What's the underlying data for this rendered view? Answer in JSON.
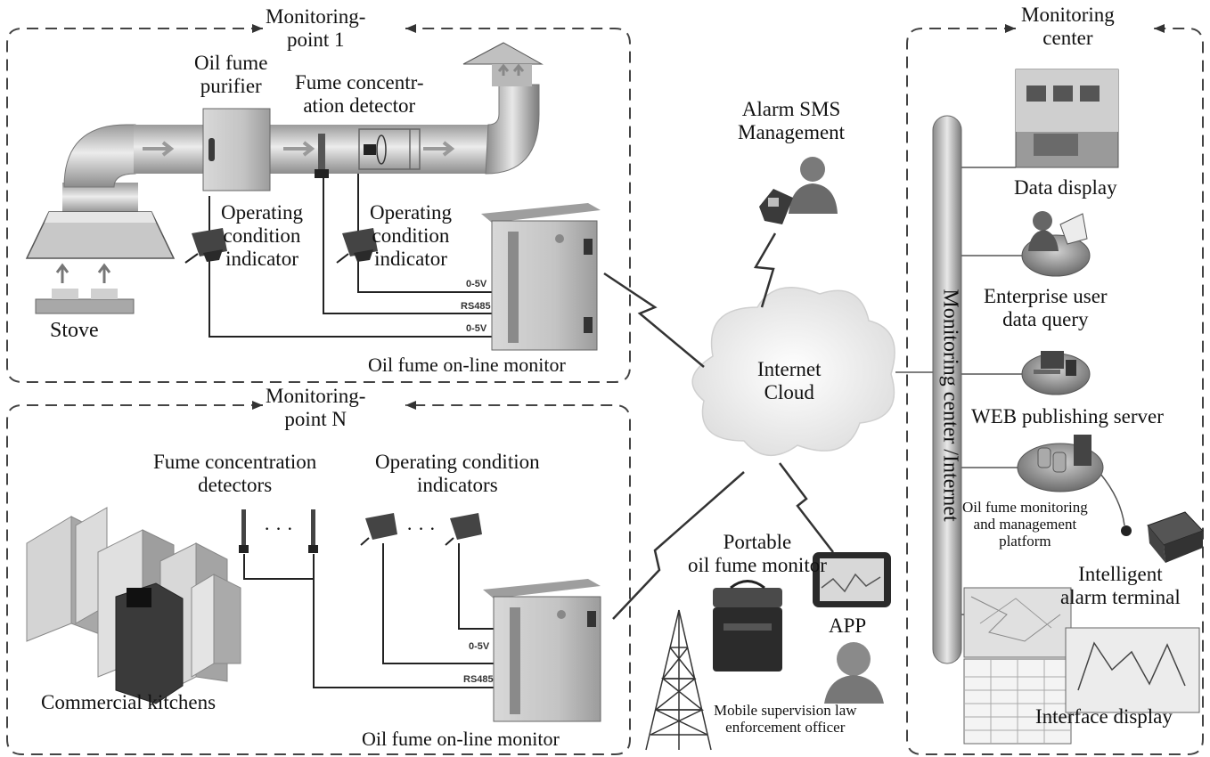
{
  "monitoring_point_1": {
    "title": "Monitoring-\npoint 1",
    "purifier_label": "Oil fume\npurifier",
    "detector_label": "Fume concentr-\nation detector",
    "indicator_label_left": "Operating\ncondition\nindicator",
    "indicator_label_right": "Operating\ncondition\nindicator",
    "stove_label": "Stove",
    "signal_1": "0-5V",
    "signal_2": "RS485",
    "signal_3": "0-5V",
    "monitor_label": "Oil fume on-line monitor"
  },
  "monitoring_point_n": {
    "title": "Monitoring-\npoint N",
    "detectors_label": "Fume concentration\ndetectors",
    "indicators_label": "Operating condition\nindicators",
    "ellipsis_detectors": "· · ·",
    "ellipsis_indicators": "· · ·",
    "kitchens_label": "Commercial kitchens",
    "signal_1": "0-5V",
    "signal_2": "RS485",
    "monitor_label": "Oil fume on-line monitor"
  },
  "middle": {
    "alarm_sms": "Alarm SMS\nManagement",
    "cloud": "Internet\nCloud",
    "portable_monitor": "Portable\noil fume monitor",
    "app": "APP",
    "officer": "Mobile supervision law\nenforcement officer"
  },
  "monitoring_center": {
    "title": "Monitoring\ncenter",
    "bus_label": "Monitoring center /Internet",
    "data_display": "Data display",
    "enterprise_query": "Enterprise user\ndata query",
    "web_server": "WEB publishing server",
    "platform": "Oil fume monitoring\nand management\nplatform",
    "alarm_terminal": "Intelligent\nalarm terminal",
    "interface_display": "Interface display"
  },
  "colors": {
    "line": "#222222",
    "dashed_border": "#444444",
    "device_gray": "#bdbdbd",
    "dark": "#3a3a3a"
  }
}
